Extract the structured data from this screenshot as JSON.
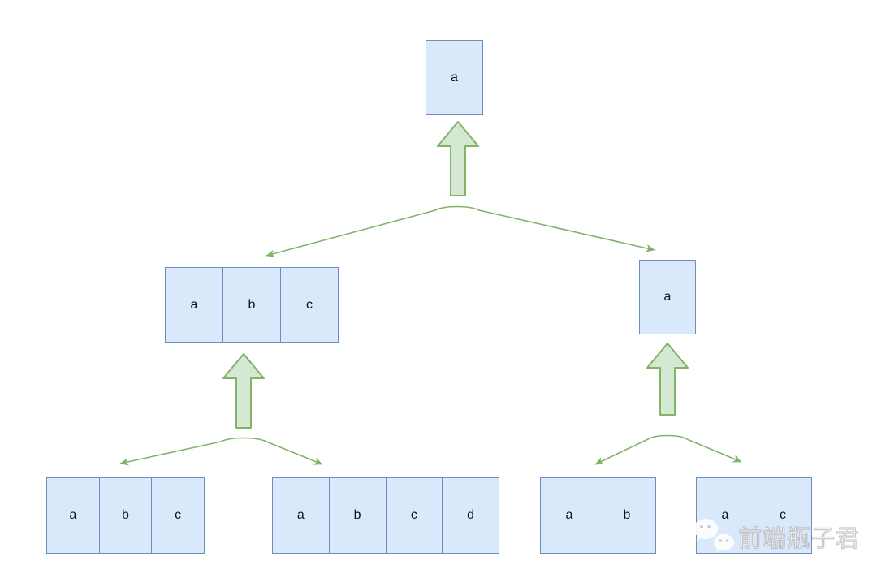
{
  "diagram": {
    "description": "tree-merge-diff-diagram",
    "nodes": [
      {
        "id": "root",
        "cells": [
          "a"
        ]
      },
      {
        "id": "level2-left",
        "cells": [
          "a",
          "b",
          "c"
        ]
      },
      {
        "id": "level2-right",
        "cells": [
          "a"
        ]
      },
      {
        "id": "level3-far-left",
        "cells": [
          "a",
          "b",
          "c"
        ]
      },
      {
        "id": "level3-mid-left",
        "cells": [
          "a",
          "b",
          "c",
          "d"
        ]
      },
      {
        "id": "level3-mid-right",
        "cells": [
          "a",
          "b"
        ]
      },
      {
        "id": "level3-far-right",
        "cells": [
          "a",
          "c"
        ]
      }
    ],
    "colors": {
      "background": "#ffffff",
      "node_fill": "#dae8fc",
      "node_border": "#6c8ebf",
      "up_arrow_fill": "#d5e8d4",
      "up_arrow_border": "#82b366",
      "branch_line": "#82b366",
      "text": "#111111"
    }
  },
  "watermark": {
    "icon": "wechat-icon",
    "text": "前端瓶子君"
  }
}
